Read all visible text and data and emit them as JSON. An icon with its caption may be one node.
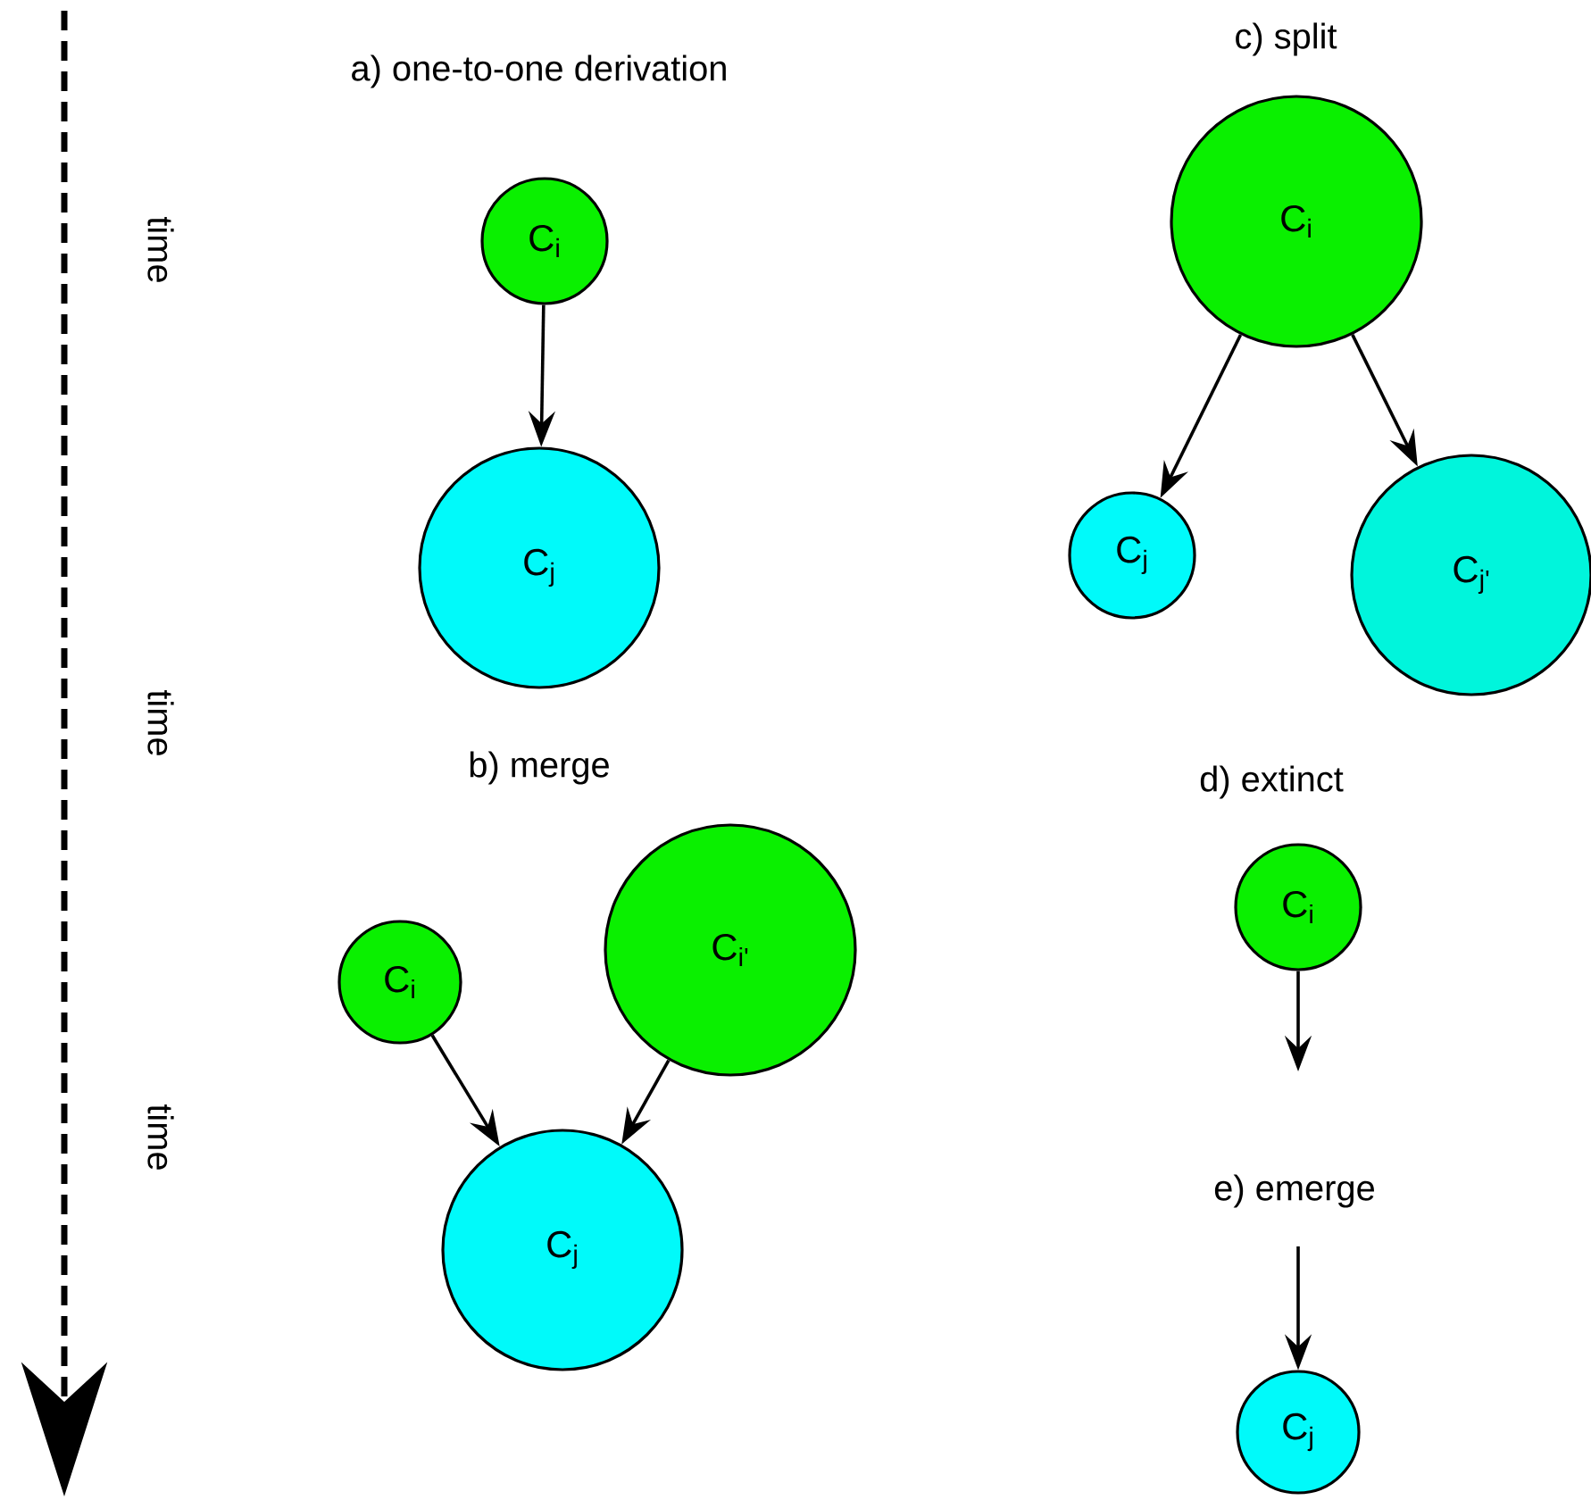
{
  "diagram": {
    "nodes": [
      {
        "text": [
          "C$_{i}$"
        ]
      },
      {
        "text": [
          "C$_{j}$"
        ]
      },
      {
        "text": [
          "C$_{i}$"
        ]
      },
      {
        "text": [
          "C$_{i'}$"
        ]
      },
      {
        "text": [
          "C$_{j}$"
        ]
      },
      {
        "text": [
          "C$_{i}$"
        ]
      },
      {
        "text": [
          "C$_{j}$"
        ]
      },
      {
        "text": [
          "C$_{j'}$"
        ]
      },
      {
        "text": [
          "C$_{i}$"
        ]
      },
      {
        "text": [
          "C$_{j}$"
        ]
      }
    ],
    "edges": [
      {
        "from": 0,
        "to": 1,
        "arrow": "to"
      },
      {
        "from": 2,
        "to": 4,
        "arrow": "to"
      },
      {
        "from": 3,
        "to": 4,
        "arrow": "to"
      },
      {
        "from": 5,
        "to": 6,
        "arrow": "to"
      },
      {
        "from": 5,
        "to": 7,
        "arrow": "to"
      },
      {
        "from": 8,
        "to": null,
        "arrow": "to"
      },
      {
        "from": null,
        "to": 9,
        "arrow": "to"
      }
    ],
    "labels": [
      "a) one-to-one derivation",
      "c) split",
      "time",
      "time",
      "b) merge",
      "d) extinct",
      "e) emerge",
      "time"
    ]
  }
}
